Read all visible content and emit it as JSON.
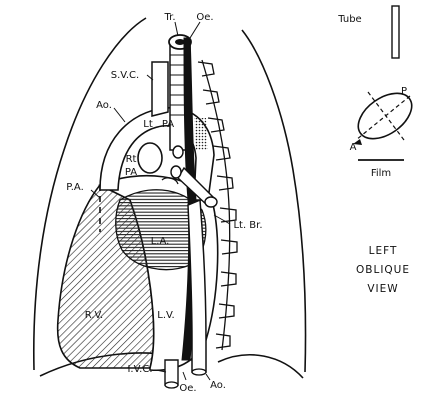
{
  "labels": {
    "tr": "Tr.",
    "oe_top": "Oe.",
    "svc": "S.V.C.",
    "ao_top": "Ao.",
    "lt_pa_1": "Lt",
    "lt_pa_2": "PA",
    "rt_pa_1": "Rt",
    "rt_pa_2": "PA",
    "pa": "P.A.",
    "la": "L.A.",
    "lt_br": "Lt. Br.",
    "rv": "R.V.",
    "lv": "L.V.",
    "ivc": "I.V.C.",
    "oe_bottom": "Oe.",
    "ao_bottom": "Ao."
  },
  "inset": {
    "tube": "Tube",
    "p": "P",
    "a": "A",
    "film": "Film"
  },
  "view_title": [
    "LEFT",
    "OBLIQUE",
    "VIEW"
  ]
}
